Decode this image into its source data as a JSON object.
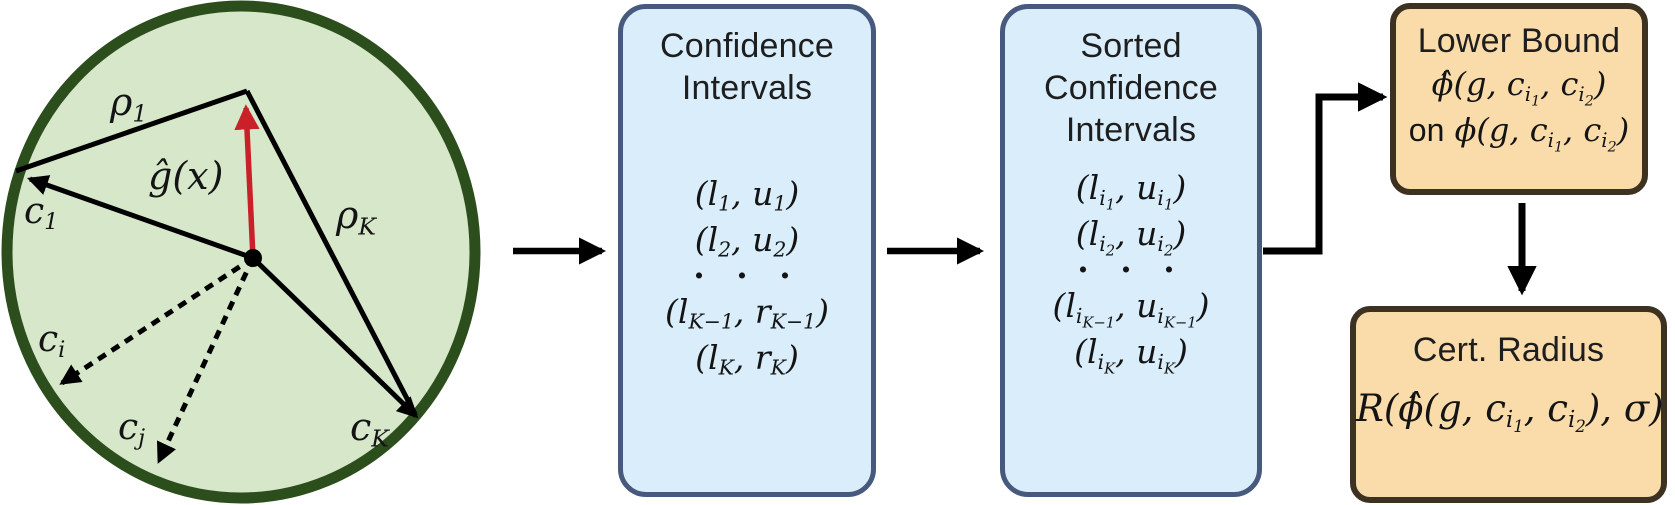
{
  "colors": {
    "circle_fill": "#d6e7ca",
    "circle_border": "#2c4e1d",
    "blue_box_fill": "#d9edfb",
    "blue_box_border": "#47597d",
    "orange_box_fill": "#fadcab",
    "orange_box_border": "#3d3222",
    "red_arrow": "#c9202a",
    "connector_black": "#000000"
  },
  "circle": {
    "labels": {
      "rho_1": "<i>ρ</i><sub>1</sub>",
      "g_hat": "<i>ĝ</i>(<i>x</i>)",
      "rho_K": "<i>ρ</i><sub><i>K</i></sub>",
      "c_1": "<i>c</i><sub>1</sub>",
      "c_i": "<i>c</i><sub><i>i</i></sub>",
      "c_j": "<i>c</i><sub><i>j</i></sub>",
      "c_K": "<i>c</i><sub><i>K</i></sub>"
    }
  },
  "boxes": {
    "confidence": {
      "title": "Confidence\nIntervals",
      "lines": [
        "(<i>l</i><sub>1</sub>, <i>u</i><sub>1</sub>)",
        "(<i>l</i><sub>2</sub>, <i>u</i><sub>2</sub>)",
        "<span class='dots'>· · ·</span>",
        "(<i>l</i><sub><i>K</i>−1</sub>, <i>r</i><sub><i>K</i>−1</sub>)",
        "(<i>l</i><sub><i>K</i></sub>, <i>r</i><sub><i>K</i></sub>)"
      ]
    },
    "sorted": {
      "title": "Sorted\nConfidence\nIntervals",
      "lines": [
        "(<i>l</i><sub><i>i</i><sub>1</sub></sub>, <i>u</i><sub><i>i</i><sub>1</sub></sub>)",
        "(<i>l</i><sub><i>i</i><sub>2</sub></sub>, <i>u</i><sub><i>i</i><sub>2</sub></sub>)",
        "<span class='dots'>· · ·</span>",
        "(<i>l</i><sub><i>i</i><sub><i>K</i>−1</sub></sub>, <i>u</i><sub><i>i</i><sub><i>K</i>−1</sub></sub>)",
        "(<i>l</i><sub><i>i</i><sub><i>K</i></sub></sub>, <i>u</i><sub><i>i</i><sub><i>K</i></sub></sub>)"
      ]
    },
    "lower_bound": {
      "title": "Lower Bound",
      "lines": [
        "<i>ϕ̂</i>(<i>g</i>, <i>c</i><sub><i>i</i><sub>1</sub></sub>, <i>c</i><sub><i>i</i><sub>2</sub></sub>)",
        "<span class='rm'>on</span> <i>ϕ</i>(<i>g</i>, <i>c</i><sub><i>i</i><sub>1</sub></sub>, <i>c</i><sub><i>i</i><sub>2</sub></sub>)"
      ]
    },
    "cert_radius": {
      "title": "Cert. Radius",
      "lines": [
        "<i>R</i>(<i>ϕ̂</i>(<i>g</i>, <i>c</i><sub><i>i</i><sub>1</sub></sub>, <i>c</i><sub><i>i</i><sub>2</sub></sub>), <i>σ</i>)"
      ]
    }
  }
}
